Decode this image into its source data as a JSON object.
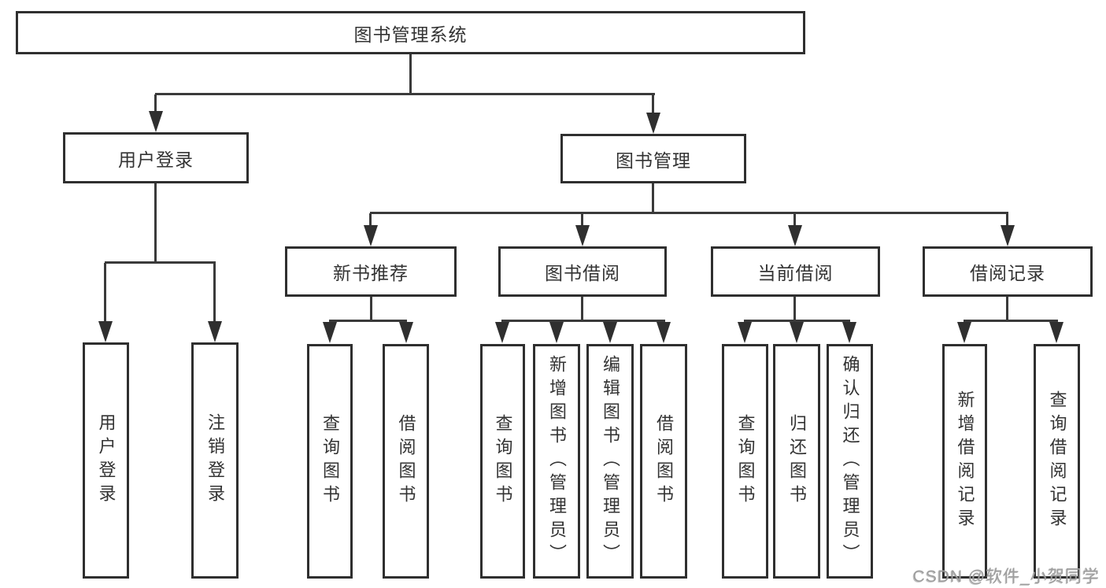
{
  "diagram": {
    "root": {
      "label": "图书管理系统"
    },
    "level2": {
      "user_login": {
        "label": "用户登录"
      },
      "book_mgmt": {
        "label": "图书管理"
      }
    },
    "level3": {
      "new_books": {
        "label": "新书推荐"
      },
      "book_borrow": {
        "label": "图书借阅"
      },
      "current_borrow": {
        "label": "当前借阅"
      },
      "borrow_records": {
        "label": "借阅记录"
      }
    },
    "leaves": {
      "user_login_leaf": {
        "label": "用户登录"
      },
      "logout_leaf": {
        "label": "注销登录"
      },
      "nb_query_books": {
        "label": "查询图书"
      },
      "nb_borrow_books": {
        "label": "借阅图书"
      },
      "bb_query_books": {
        "label": "查询图书"
      },
      "bb_add_books": {
        "label": "新增图书（管理员）"
      },
      "bb_edit_books": {
        "label": "编辑图书（管理员）"
      },
      "bb_borrow_books": {
        "label": "借阅图书"
      },
      "cb_query_books": {
        "label": "查询图书"
      },
      "cb_return_books": {
        "label": "归还图书"
      },
      "cb_confirm_return": {
        "label": "确认归还（管理员）"
      },
      "br_add_record": {
        "label": "新增借阅记录"
      },
      "br_query_record": {
        "label": "查询借阅记录"
      }
    }
  },
  "watermark": {
    "text": "CSDN @软件_小贺同学"
  },
  "colors": {
    "line": "#3a3a3a",
    "border": "#2f2f2f",
    "text": "#333333",
    "watermark": "#9e9e9e",
    "background": "#ffffff"
  }
}
